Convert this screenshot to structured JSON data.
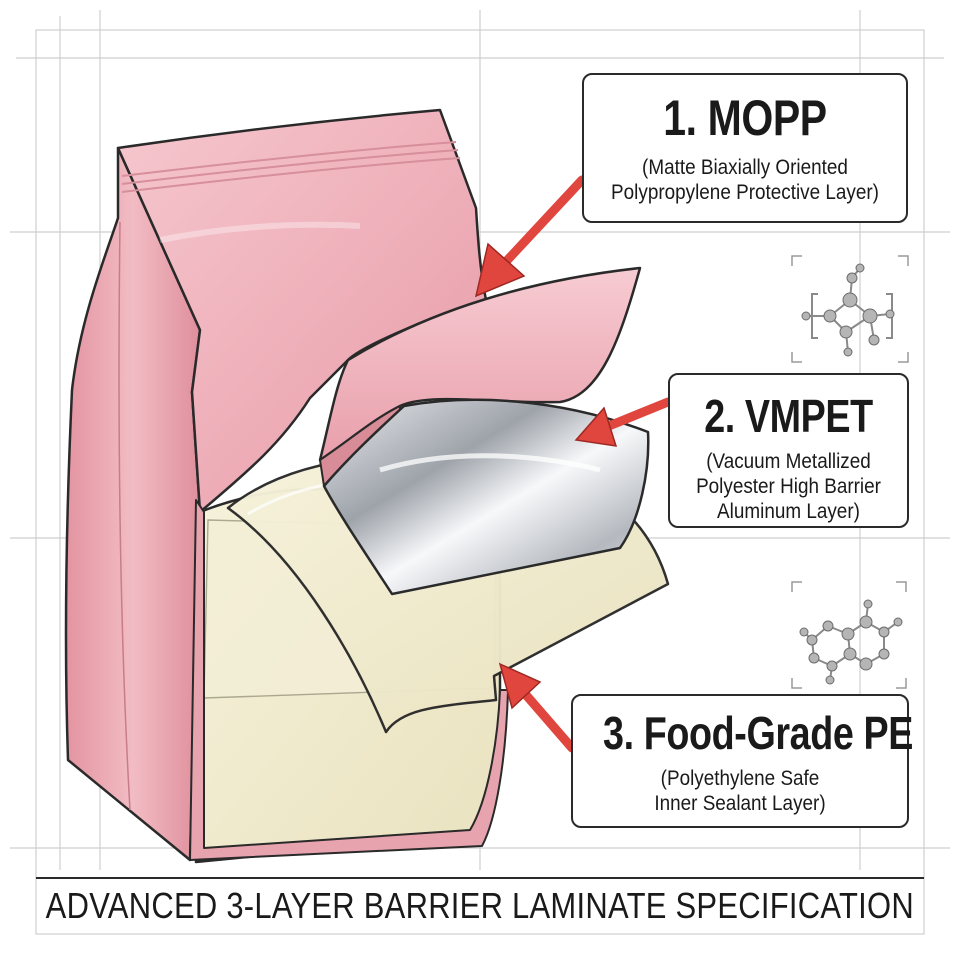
{
  "layers": [
    {
      "title": "1. MOPP",
      "description_lines": [
        "(Matte Biaxially Oriented",
        "Polypropylene Protective Layer)"
      ]
    },
    {
      "title": "2. VMPET",
      "description_lines": [
        "(Vacuum Metallized",
        "Polyester High Barrier",
        "Aluminum Layer)"
      ]
    },
    {
      "title": "3. Food-Grade PE",
      "description_lines": [
        "(Polyethylene Safe",
        "Inner Sealant Layer)"
      ]
    }
  ],
  "footer": {
    "caption": "ADVANCED 3-LAYER BARRIER LAMINATE SPECIFICATION"
  },
  "icons": {
    "molecule_1": "molecule-icon",
    "molecule_2": "molecule-icon"
  },
  "colors": {
    "bag_pink": "#efb1bb",
    "bag_pink_dark": "#d98995",
    "film_silver": "#cfd3d9",
    "inner_cream": "#f1ecd0",
    "arrow_red": "#e0453e",
    "outline": "#2a2a2a",
    "grid": "#c9c9c9"
  }
}
